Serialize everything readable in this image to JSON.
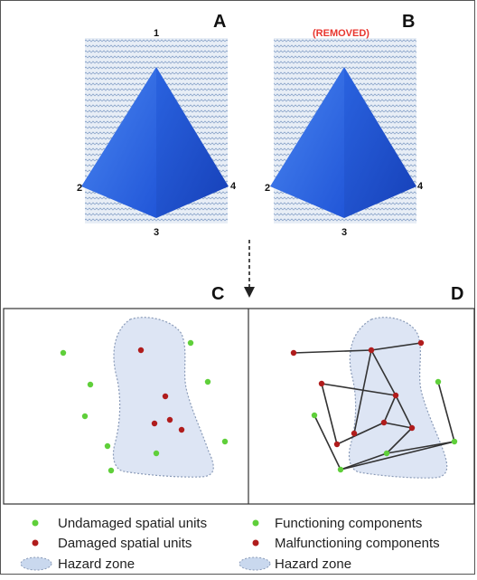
{
  "panels": {
    "a": {
      "letter": "A",
      "vertices": [
        "1",
        "2",
        "3",
        "4"
      ]
    },
    "b": {
      "letter": "B",
      "note": "(REMOVED)",
      "vertices": [
        "2",
        "3",
        "4"
      ]
    },
    "c": {
      "letter": "C"
    },
    "d": {
      "letter": "D"
    }
  },
  "legend_left": [
    {
      "label": "Undamaged spatial units",
      "color": "#5fcf3a",
      "kind": "dot"
    },
    {
      "label": "Damaged spatial units",
      "color": "#b01c1c",
      "kind": "dot"
    },
    {
      "label": "Hazard zone",
      "color": "#c9d8ee",
      "kind": "zone"
    }
  ],
  "legend_right": [
    {
      "label": "Functioning components",
      "color": "#5fcf3a",
      "kind": "dot"
    },
    {
      "label": "Malfunctioning components",
      "color": "#b01c1c",
      "kind": "dot"
    },
    {
      "label": "Hazard zone",
      "color": "#c9d8ee",
      "kind": "zone"
    }
  ],
  "colors": {
    "pyramid_front": "#2e6ee8",
    "pyramid_side": "#1a4fd0",
    "pattern_bg": "#e8eef6",
    "pattern_line": "#8fa8cc",
    "hazard_fill": "#dde5f4",
    "hazard_stroke": "#8a9bb8",
    "green": "#5fcf3a",
    "red": "#b01c1c",
    "edge": "#333333"
  }
}
